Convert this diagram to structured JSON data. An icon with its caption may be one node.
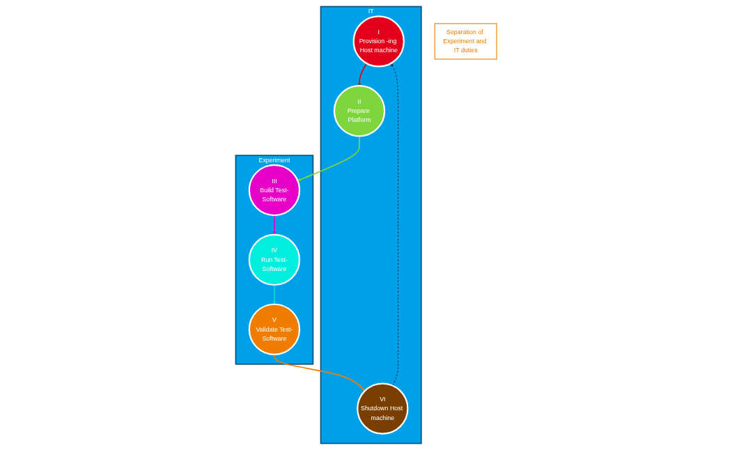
{
  "diagram": {
    "nodes": [
      {
        "text": [
          "IT"
        ]
      },
      {
        "text": [
          "I",
          "Provision -ing Host machine"
        ],
        "in": 0
      },
      {
        "text": [
          "VI",
          "Shutdown Host machine"
        ],
        "in": 0
      },
      {
        "text": [
          "II",
          "Prepare Platform"
        ],
        "in": 0
      },
      {
        "text": [
          "Separation of Experiment and IT duties"
        ]
      },
      {
        "text": [
          "Experiment"
        ]
      },
      {
        "text": [
          "V",
          "Validate Test-Software"
        ],
        "in": 5
      },
      {
        "text": [
          "III",
          "Build Test-Software"
        ],
        "in": 5
      },
      {
        "text": [
          "IV",
          "Run Test-Software"
        ],
        "in": 5
      }
    ],
    "edges": [
      {
        "from": 1,
        "to": 3,
        "arrow": "to",
        "color": "#e2001a"
      },
      {
        "from": 3,
        "to": 7,
        "arrow": "to",
        "color": "#7ed63c"
      },
      {
        "from": 7,
        "to": 8,
        "arrow": "to",
        "color": "#e600c8"
      },
      {
        "from": 8,
        "to": 6,
        "arrow": "to",
        "color": "#00d8d0"
      },
      {
        "from": 6,
        "to": 2,
        "arrow": "to",
        "color": "#f07d00"
      },
      {
        "from": 2,
        "to": 1,
        "arrow": "to",
        "style": "dashed",
        "color": "#1a3a5a"
      }
    ]
  }
}
